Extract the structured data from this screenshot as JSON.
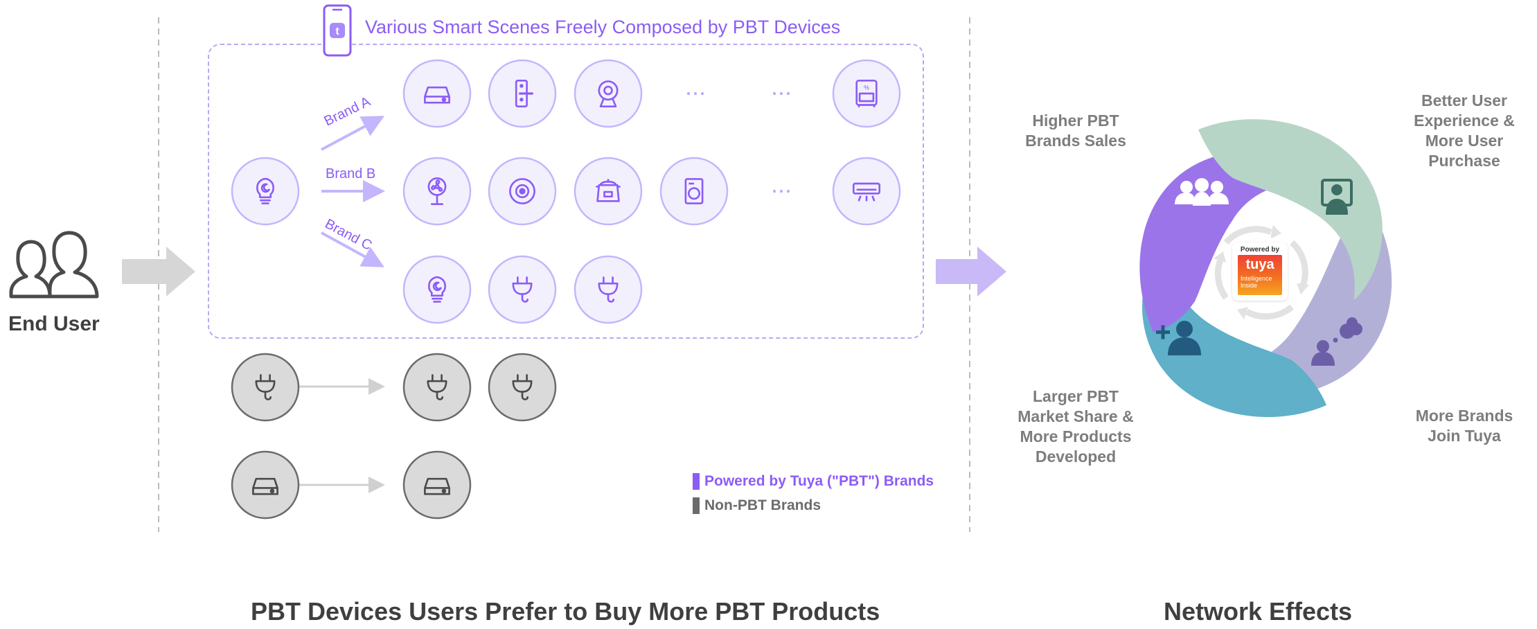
{
  "scene": {
    "header": "Various Smart Scenes Freely Composed by PBT Devices",
    "brands": [
      "Brand A",
      "Brand B",
      "Brand C"
    ],
    "ellipsis": "···"
  },
  "end_user": {
    "label": "End User"
  },
  "legend": {
    "pbt": "Powered by Tuya (\"PBT\") Brands",
    "non_pbt": "Non-PBT Brands"
  },
  "captions": {
    "left": "PBT Devices Users Prefer to Buy More PBT Products",
    "right": "Network Effects"
  },
  "network_effects": {
    "top_left": [
      "Higher PBT",
      "Brands Sales"
    ],
    "top_right": [
      "Better User",
      "Experience &",
      "More User",
      "Purchase"
    ],
    "bottom_left": [
      "Larger PBT",
      "Market Share &",
      "More Products",
      "Developed"
    ],
    "bottom_right": [
      "More Brands",
      "Join Tuya"
    ],
    "badge": {
      "top": "Powered by",
      "brand": "tuya",
      "bottom1": "Intelligence",
      "bottom2": "Inside"
    }
  },
  "colors": {
    "pbt_purple": "#8b5cf6",
    "non_pbt_gray": "#6b6b6b",
    "arrow_gray": "#d0d0d0",
    "segment_purple": "#9b74ea",
    "segment_green": "#b7d5c7",
    "segment_lavender": "#b3b0d8",
    "segment_blue": "#5fb0c8"
  }
}
